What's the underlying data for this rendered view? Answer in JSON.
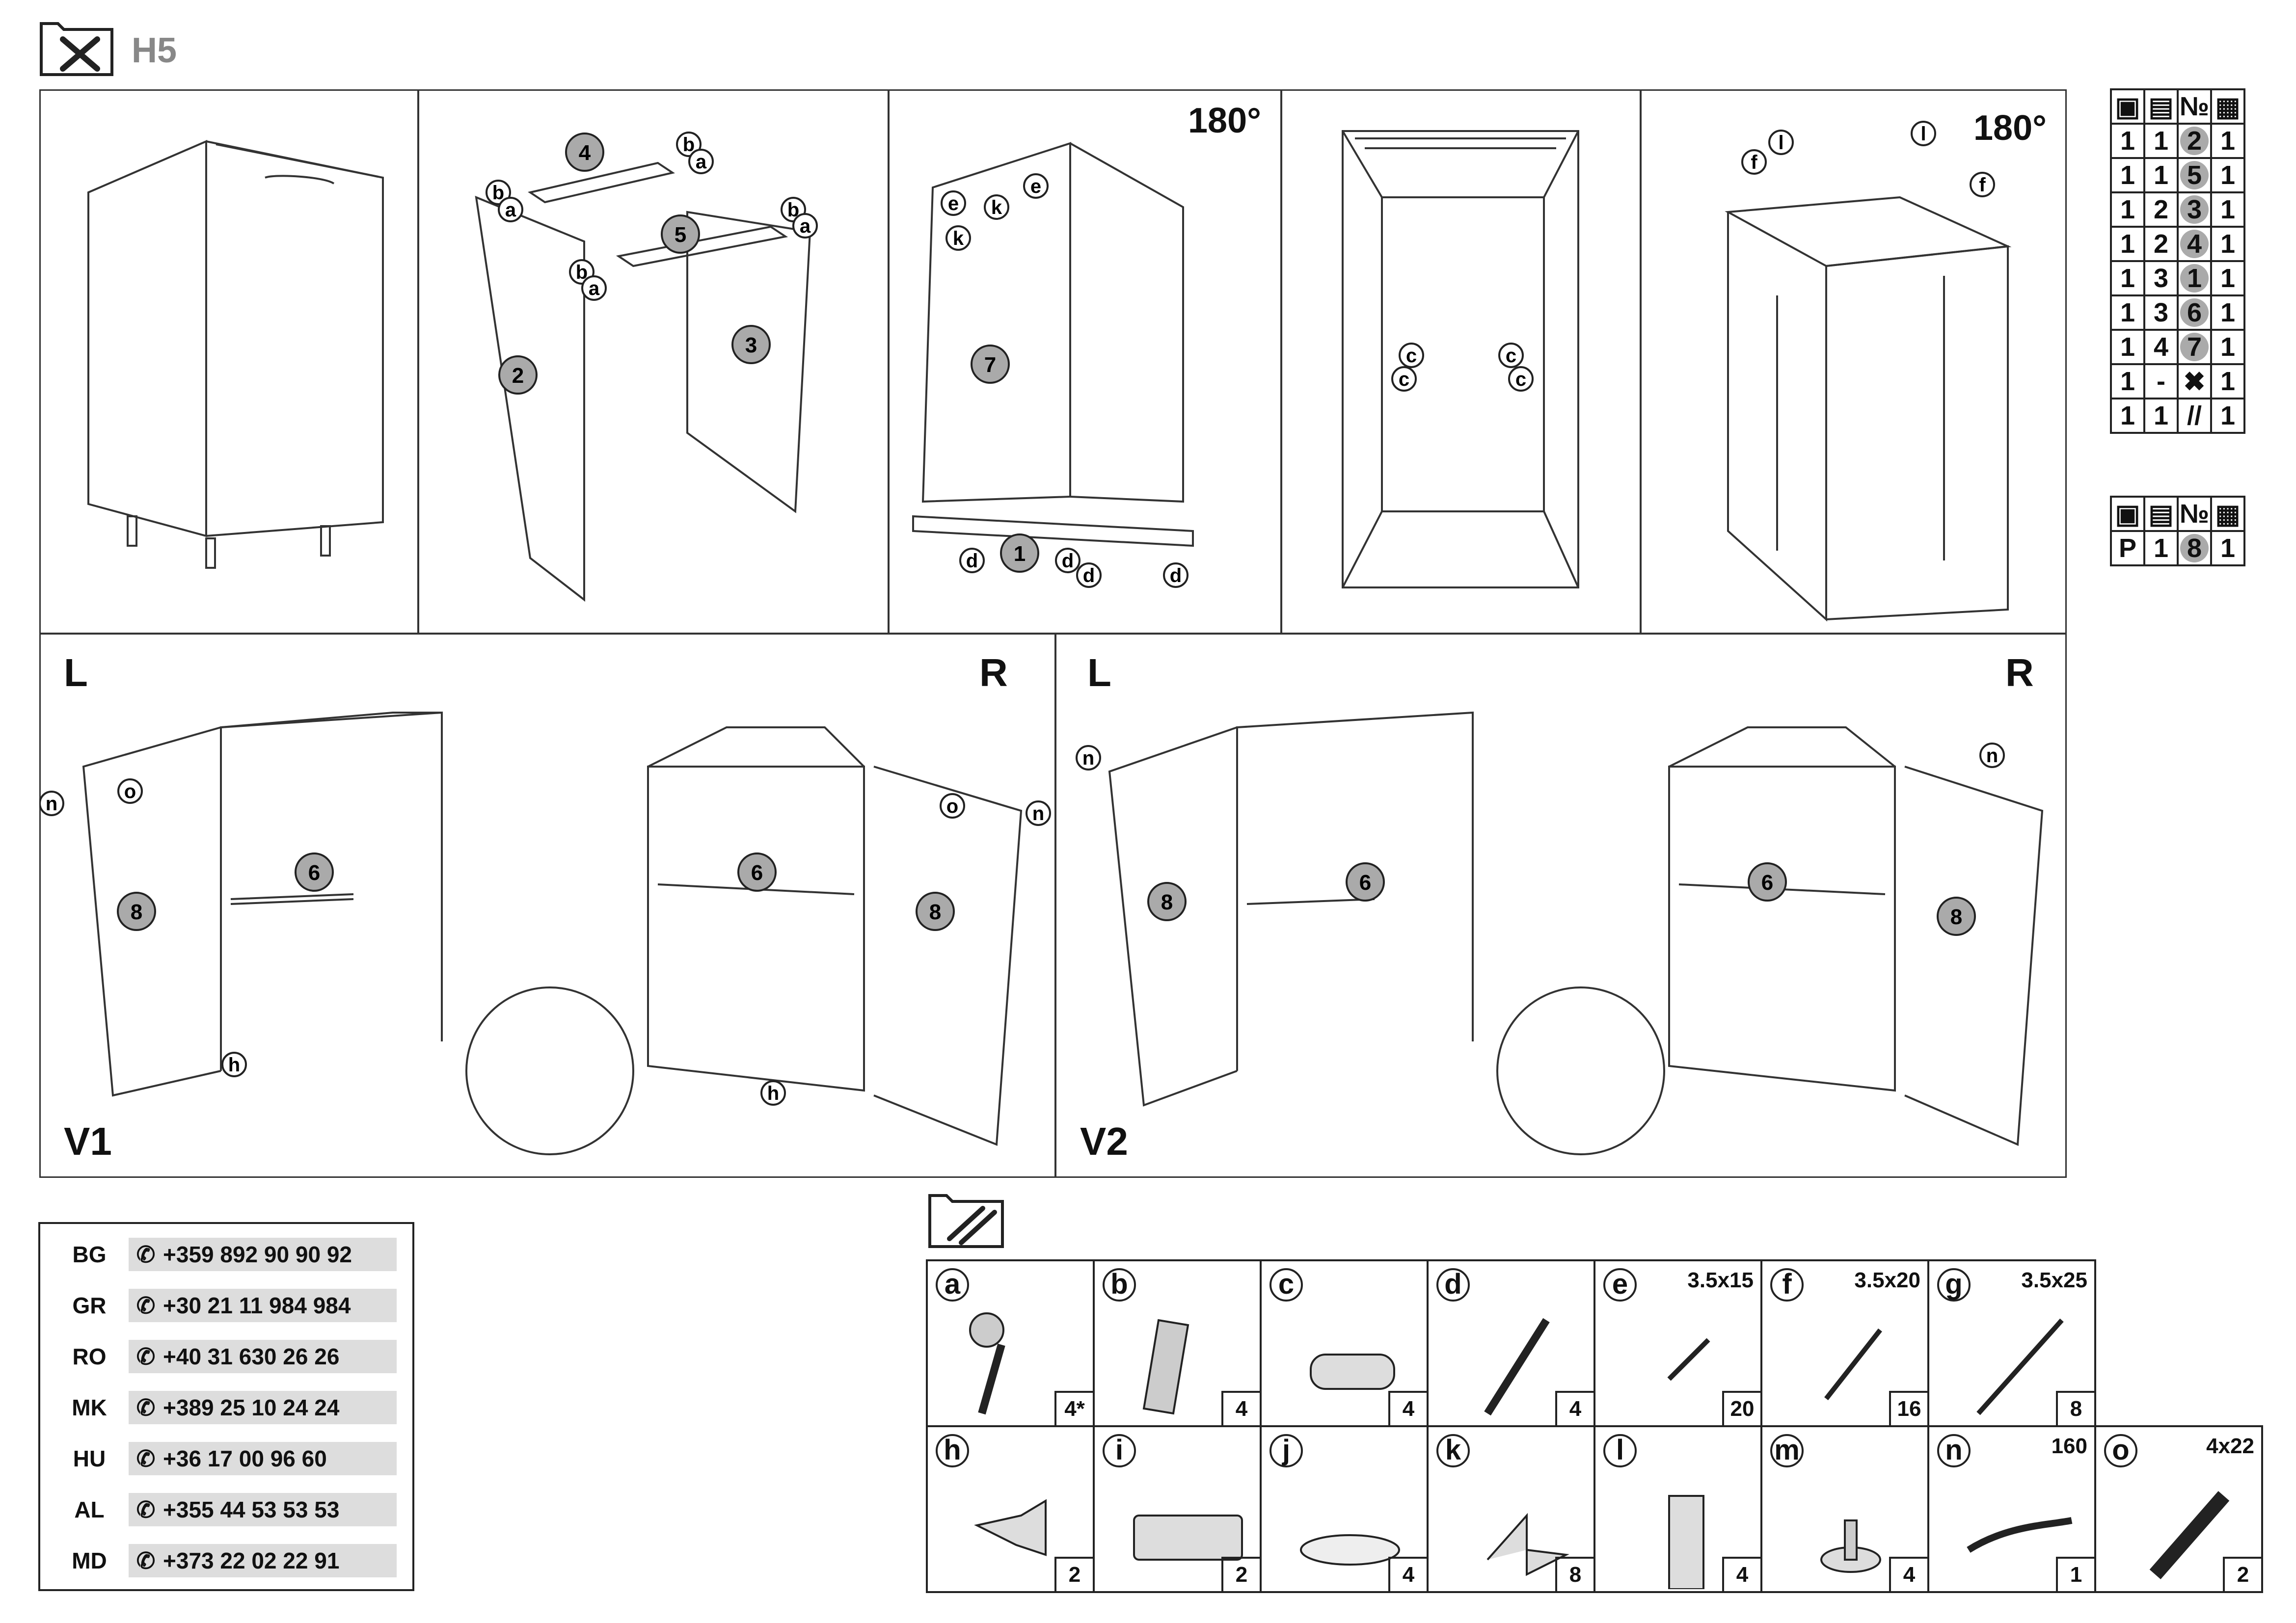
{
  "header": {
    "model": "H5",
    "icon": "tools-icon"
  },
  "steps": {
    "rotate1": "180°",
    "rotate2": "180°",
    "left": "L",
    "right": "R",
    "left2": "L",
    "right2": "R",
    "v1": "V1",
    "v2": "V2"
  },
  "parts_table": {
    "icons": [
      "box-icon",
      "layers-icon",
      "№",
      "qty-icon"
    ],
    "rows": [
      [
        "1",
        "1",
        "2",
        "1"
      ],
      [
        "1",
        "1",
        "5",
        "1"
      ],
      [
        "1",
        "2",
        "3",
        "1"
      ],
      [
        "1",
        "2",
        "4",
        "1"
      ],
      [
        "1",
        "3",
        "1",
        "1"
      ],
      [
        "1",
        "3",
        "6",
        "1"
      ],
      [
        "1",
        "4",
        "7",
        "1"
      ],
      [
        "1",
        "-",
        "tools-icon",
        "1"
      ],
      [
        "1",
        "1",
        "screws-icon",
        "1"
      ]
    ]
  },
  "parts_table2": {
    "rows": [
      [
        "P",
        "1",
        "8",
        "1"
      ]
    ]
  },
  "phones": [
    {
      "code": "BG",
      "number": "+359 892 90 90 92"
    },
    {
      "code": "GR",
      "number": "+30 21 11 984 984"
    },
    {
      "code": "RO",
      "number": "+40 31 630 26 26"
    },
    {
      "code": "MK",
      "number": "+389 25 10 24 24"
    },
    {
      "code": "HU",
      "number": "+36 17 00 96 60"
    },
    {
      "code": "AL",
      "number": "+355 44 53 53 53"
    },
    {
      "code": "MD",
      "number": "+373 22 02 22 91"
    }
  ],
  "hardware": [
    {
      "letter": "a",
      "size": "",
      "qty": "4*"
    },
    {
      "letter": "b",
      "size": "",
      "qty": "4"
    },
    {
      "letter": "c",
      "size": "",
      "qty": "4"
    },
    {
      "letter": "d",
      "size": "",
      "qty": "4"
    },
    {
      "letter": "e",
      "size": "3.5x15",
      "qty": "20"
    },
    {
      "letter": "f",
      "size": "3.5x20",
      "qty": "16"
    },
    {
      "letter": "g",
      "size": "3.5x25",
      "qty": "8"
    },
    {
      "letter": "h",
      "size": "",
      "qty": "2"
    },
    {
      "letter": "i",
      "size": "",
      "qty": "2"
    },
    {
      "letter": "j",
      "size": "",
      "qty": "4"
    },
    {
      "letter": "k",
      "size": "",
      "qty": "8"
    },
    {
      "letter": "l",
      "size": "",
      "qty": "4"
    },
    {
      "letter": "m",
      "size": "",
      "qty": "4"
    },
    {
      "letter": "n",
      "size": "160",
      "qty": "1"
    },
    {
      "letter": "o",
      "size": "4x22",
      "qty": "2"
    }
  ]
}
